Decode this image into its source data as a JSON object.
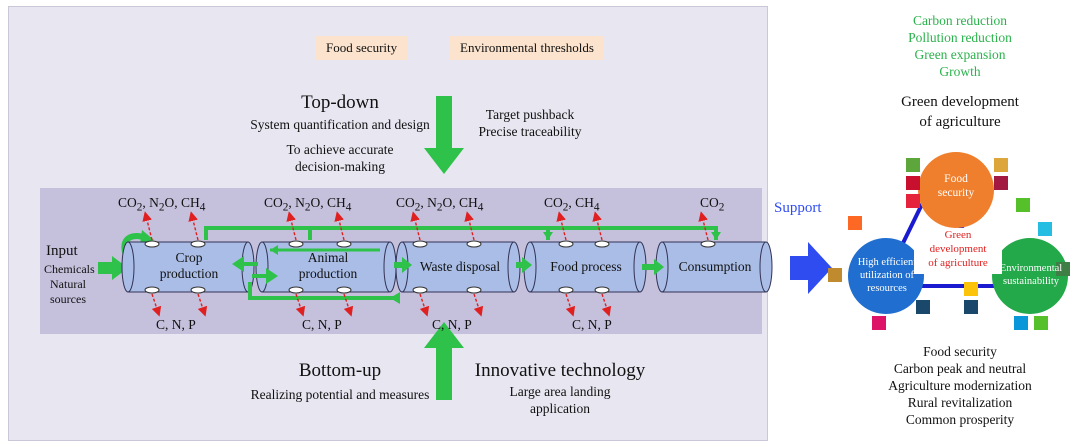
{
  "top_tags": [
    "Food security",
    "Environmental thresholds"
  ],
  "topdown": {
    "title": "Top-down",
    "line1": "System quantification and design",
    "line2": "To achieve accurate",
    "line3": "decision-making",
    "right1": "Target pushback",
    "right2": "Precise traceability"
  },
  "bottomup": {
    "title": "Bottom-up",
    "line1": "Realizing potential and measures",
    "tech_title": "Innovative technology",
    "tech1": "Large area landing",
    "tech2": "application"
  },
  "input": {
    "title": "Input",
    "line1": "Chemicals",
    "line2": "Natural",
    "line3": "sources"
  },
  "stages": [
    {
      "label1": "Crop",
      "label2": "production"
    },
    {
      "label1": "Animal",
      "label2": "production"
    },
    {
      "label1": "Waste disposal",
      "label2": ""
    },
    {
      "label1": "Food process",
      "label2": ""
    },
    {
      "label1": "Consumption",
      "label2": ""
    }
  ],
  "emissions_top": [
    {
      "main": "CO",
      "s1": "2",
      "mid": ", N",
      "s2": "2",
      "tail": "O, CH",
      "s3": "4"
    },
    {
      "main": "CO",
      "s1": "2",
      "mid": ", N",
      "s2": "2",
      "tail": "O, CH",
      "s3": "4"
    },
    {
      "main": "CO",
      "s1": "2",
      "mid": ", N",
      "s2": "2",
      "tail": "O, CH",
      "s3": "4"
    },
    {
      "main": "CO",
      "s1": "2",
      "mid": ", CH",
      "s2": "4",
      "tail": "",
      "s3": ""
    },
    {
      "main": "CO",
      "s1": "2",
      "mid": "",
      "s2": "",
      "tail": "",
      "s3": ""
    }
  ],
  "emissions_bottom": [
    "C, N, P",
    "C, N, P",
    "C, N, P",
    "C, N, P"
  ],
  "support_label": "Support",
  "goals_top": [
    "Carbon reduction",
    "Pollution reduction",
    "Green expansion",
    "Growth"
  ],
  "green_dev_title1": "Green development",
  "green_dev_title2": "of agriculture",
  "venn": {
    "food1": "Food",
    "food2": "security",
    "res1": "High efficient",
    "res2": "utilization of",
    "res3": "resources",
    "env1": "Environmental",
    "env2": "sustainability",
    "center1": "Green",
    "center2": "development",
    "center3": "of agriculture"
  },
  "goals_bottom": [
    "Food security",
    "Carbon peak and neutral",
    "Agriculture modernization",
    "Rural revitalization",
    "Common prosperity"
  ],
  "colors": {
    "green_arrow": "#2ec24a",
    "red_arrow": "#e02020",
    "cylinder": "#a9bde6",
    "support_arrow": "#2f4cf0",
    "food_circle": "#ef7f2d",
    "res_circle": "#1f6ed0",
    "env_circle": "#23a84a",
    "goal_text": "#2bb24c"
  }
}
